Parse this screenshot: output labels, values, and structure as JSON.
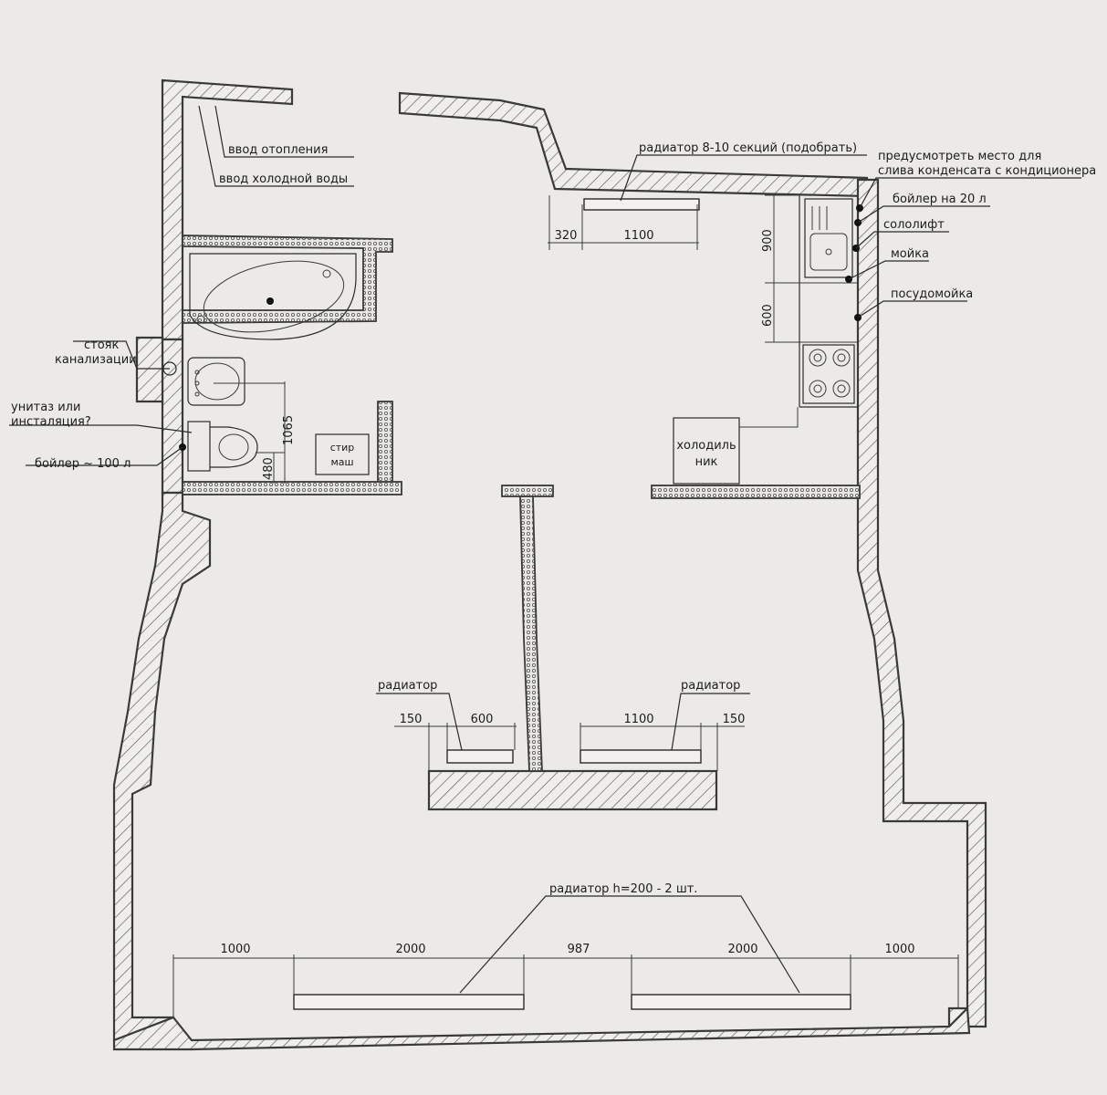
{
  "notes": {
    "heating_inlet": "ввод отопления",
    "cold_water_inlet": "ввод холодной воды",
    "radiator_top": "радиатор 8-10 секций (подобрать)",
    "condensate_line1": "предусмотреть место для",
    "condensate_line2": "слива конденсата с кондиционера",
    "boiler_20": "бойлер на 20 л",
    "sololift": "сололифт",
    "sink": "мойка",
    "dishwasher": "посудомойка",
    "sewer_riser_line1": "стояк",
    "sewer_riser_line2": "канализации",
    "toilet_line1": "унитаз или",
    "toilet_line2": "инсталяция?",
    "boiler_100": "бойлер ~ 100 л",
    "washer_line1": "стир",
    "washer_line2": "маш",
    "fridge_line1": "холодиль",
    "fridge_line2": "ник",
    "radiator_left": "радиатор",
    "radiator_right": "радиатор",
    "radiator_bottom": "радиатор h=200 - 2 шт."
  },
  "dimensions": {
    "top_offset": "320",
    "top_length": "1100",
    "kitchen_900": "900",
    "kitchen_600": "600",
    "bath_1065": "1065",
    "bath_480": "480",
    "mid_left_offset": "150",
    "mid_left_length": "600",
    "mid_right_length": "1100",
    "mid_right_offset": "150",
    "bottom_1": "1000",
    "bottom_2": "2000",
    "bottom_3": "987",
    "bottom_4": "2000",
    "bottom_5": "1000"
  }
}
